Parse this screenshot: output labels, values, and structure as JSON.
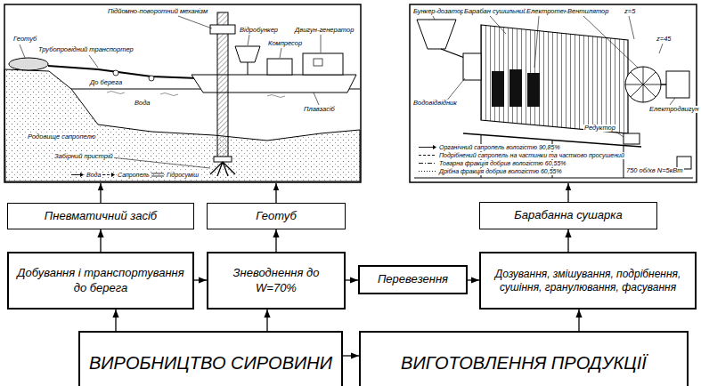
{
  "diagram": {
    "nodes": [
      {
        "text": [
          "Пневматичний засіб"
        ]
      },
      {
        "text": [
          "Геотуб"
        ]
      },
      {
        "text": [
          "Барабанна сушарка"
        ]
      },
      {
        "text": [
          "Добування і транспортування до берега"
        ]
      },
      {
        "text": [
          "Зневоднення до W=70%"
        ]
      },
      {
        "text": [
          "Перевезення"
        ]
      },
      {
        "text": [
          "Дозування, змішування, подрібнення, сушіння, гранулювання, фасування"
        ]
      },
      {
        "text": [
          "ВИРОБНИЦТВО СИРОВИНИ"
        ]
      },
      {
        "text": [
          "ВИГОТОВЛЕННЯ ПРОДУКЦІЇ"
        ]
      }
    ],
    "edges": [
      {
        "from": 3,
        "to": 0,
        "arrow": "to"
      },
      {
        "from": 4,
        "to": 1,
        "arrow": "to"
      },
      {
        "from": 6,
        "to": 2,
        "arrow": "to"
      },
      {
        "from": 3,
        "to": 4,
        "arrow": "to"
      },
      {
        "from": 4,
        "to": 5,
        "arrow": "to"
      },
      {
        "from": 5,
        "to": 6,
        "arrow": "to"
      },
      {
        "from": 7,
        "to": 3,
        "arrow": "to"
      },
      {
        "from": 7,
        "to": 4,
        "arrow": "to"
      },
      {
        "from": 8,
        "to": 6,
        "arrow": "to"
      },
      {
        "from": 7,
        "to": 8,
        "arrow": "to"
      }
    ],
    "labels": [
      "Геотуб",
      "Трубопровідний транспортер",
      "До берега",
      "Підйомно-поворотний механізм",
      "Відробункер",
      "Компресор",
      "Двигун-генератор",
      "Вода",
      "Родовище сапропелю",
      "Забірний пристрій",
      "Плавзасіб",
      "Бункер-дозатор",
      "Барабан сушильний",
      "Електротен",
      "Вентилятор",
      "z=5",
      "z=45",
      "Водовідвідник",
      "Редуктор",
      "Електродвигун",
      "750 об/хв N=5кВт"
    ],
    "legend": [
      {
        "text": "Вода"
      },
      {
        "text": "Сапропель"
      },
      {
        "text": "Гідросуміш"
      },
      {
        "text": "Органічний сапропель вологістю 90,85%"
      },
      {
        "text": "Подрібнений сапропель на частинки та частково просушений"
      },
      {
        "text": "Товарна фракція добрив вологістю 60,55%"
      },
      {
        "text": "Дрібна фракція добрив вологістю 60,55%"
      }
    ]
  }
}
